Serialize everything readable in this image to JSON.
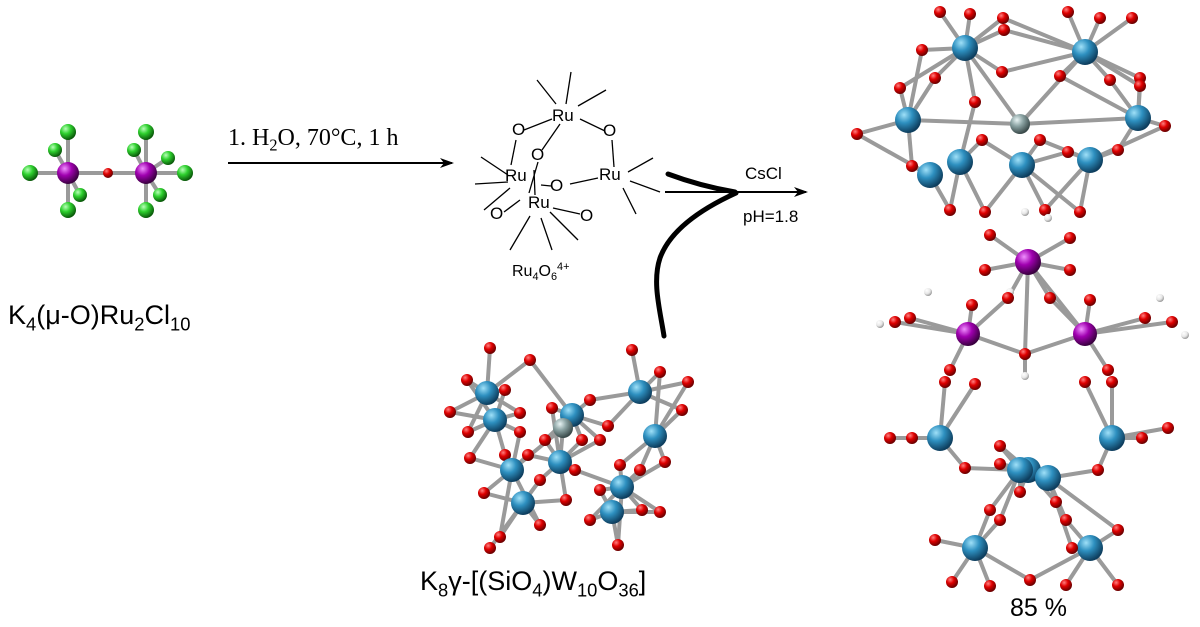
{
  "dimer_label": {
    "prefix": "K",
    "s1": "4",
    "mid": "(μ-O)Ru",
    "s2": "2",
    "mid2": "Cl",
    "s3": "10"
  },
  "step1_label": {
    "text_a": "1. H",
    "sub": "2",
    "text_b": "O, 70°C, 1 h"
  },
  "core_label": {
    "base": "Ru",
    "s1": "4",
    "mid": "O",
    "s2": "6",
    "sup": "4+"
  },
  "core_atoms": {
    "ru": "Ru",
    "o": "O"
  },
  "step2_label_top": "CsCl",
  "step2_label_bottom": "pH=1.8",
  "pom_label": {
    "prefix": "K",
    "s1": "8",
    "mid": "γ-[(SiO",
    "s2": "4",
    "mid2": ")W",
    "s3": "10",
    "mid3": "O",
    "s4": "36",
    "end": "]"
  },
  "yield_label": "85 %",
  "colors": {
    "oxygen": "#e00000",
    "tungsten": "#2e90c0",
    "ruthenium": "#a000b0",
    "chlorine": "#2ed02e",
    "silicon": "#8aa2a2",
    "bond": "#8a8a8a"
  }
}
